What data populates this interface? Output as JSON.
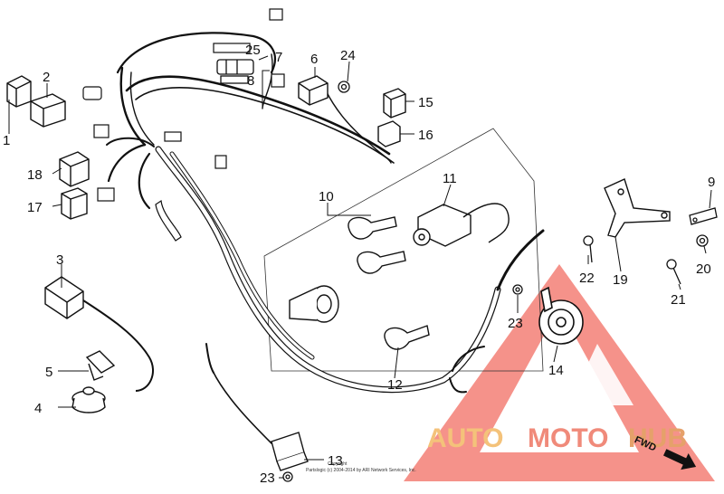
{
  "diagram": {
    "parts": [
      {
        "id": "p1",
        "label": "1"
      },
      {
        "id": "p2",
        "label": "2"
      },
      {
        "id": "p3",
        "label": "3"
      },
      {
        "id": "p4",
        "label": "4"
      },
      {
        "id": "p5",
        "label": "5"
      },
      {
        "id": "p6",
        "label": "6"
      },
      {
        "id": "p7",
        "label": "7"
      },
      {
        "id": "p8",
        "label": "8"
      },
      {
        "id": "p9",
        "label": "9"
      },
      {
        "id": "p10",
        "label": "10"
      },
      {
        "id": "p11",
        "label": "11"
      },
      {
        "id": "p12",
        "label": "12"
      },
      {
        "id": "p13",
        "label": "13"
      },
      {
        "id": "p14",
        "label": "14"
      },
      {
        "id": "p15",
        "label": "15"
      },
      {
        "id": "p16",
        "label": "16"
      },
      {
        "id": "p17",
        "label": "17"
      },
      {
        "id": "p18",
        "label": "18"
      },
      {
        "id": "p19",
        "label": "19"
      },
      {
        "id": "p20",
        "label": "20"
      },
      {
        "id": "p21",
        "label": "21"
      },
      {
        "id": "p22",
        "label": "22"
      },
      {
        "id": "p23a",
        "label": "23"
      },
      {
        "id": "p23b",
        "label": "23"
      },
      {
        "id": "p24",
        "label": "24"
      },
      {
        "id": "p25",
        "label": "25"
      }
    ],
    "direction_label": "FWD",
    "copyright_line1": "Copyright",
    "copyright_line2": "Partslogic (c) 2004-2014 by ARI Network Services, Inc."
  },
  "watermark": {
    "text_a": "AUTO",
    "text_b": "MOTO",
    "text_c": "HUB",
    "colors": {
      "auto": "#f4c27a",
      "moto": "#f08a7a",
      "hub": "#e5a16a",
      "triangle": "#f37f76"
    }
  }
}
